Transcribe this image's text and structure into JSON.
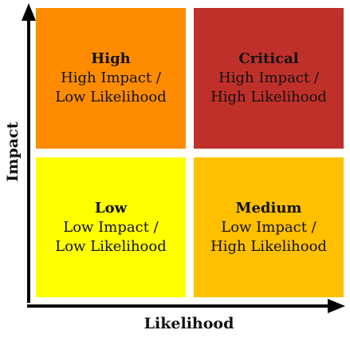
{
  "axes": {
    "y_label": "Impact",
    "x_label": "Likelihood"
  },
  "quadrants": {
    "high": {
      "title": "High",
      "line1": "High Impact /",
      "line2": "Low Likelihood",
      "color": "#FF8C00"
    },
    "critical": {
      "title": "Critical",
      "line1": "High Impact /",
      "line2": "High Likelihood",
      "color": "#C0302A"
    },
    "low": {
      "title": "Low",
      "line1": "Low Impact /",
      "line2": "Low Likelihood",
      "color": "#FFFF00"
    },
    "medium": {
      "title": "Medium",
      "line1": "Low Impact /",
      "line2": "High Likelihood",
      "color": "#FFC000"
    }
  }
}
